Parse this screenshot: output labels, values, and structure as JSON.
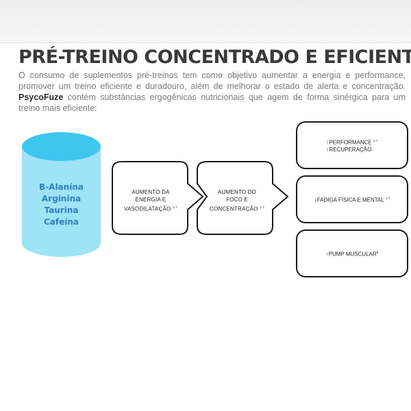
{
  "title": "PRÉ-TREINO CONCENTRADO E EFICIENTE",
  "intro": {
    "text_before": "O consumo de suplementos pré-treinos tem como objetivo aumentar a energia e performance, promover um treino eficiente e duradouro, além de melhorar o estado de alerta e concentração. ",
    "brand": "PsycoFuze",
    "text_after": " contém substâncias ergogênicas nutricionais que agem de forma sinérgica para um treino mais eficiente:"
  },
  "ingredients": [
    "B-Alanína",
    "Arginina",
    "Taurina",
    "Cafeína"
  ],
  "colors": {
    "cylinder_top": "#3dc6ee",
    "cylinder_body": "#9fe3f6",
    "ingredient_text": "#2f7fc4"
  },
  "arrow_boxes": [
    {
      "lines": [
        "AUMENTO DA",
        "ENERGIA E",
        "VASODILATAÇÃO"
      ],
      "sup": "1-7"
    },
    {
      "lines": [
        "AUMENTO DO",
        "FOCO E",
        "CONCENTRAÇÃO"
      ],
      "sup": "1-7"
    }
  ],
  "result_boxes": [
    {
      "lines": [
        "↑PERFORMANCE",
        "↑RECUPERAÇÃO"
      ],
      "sup": "1-7"
    },
    {
      "lines": [
        "↓FADIGA FÍSICA E MENTAL"
      ],
      "sup": "1-7"
    },
    {
      "lines": [
        "↑PUMP MUSCULAR"
      ],
      "sup": "8"
    }
  ]
}
